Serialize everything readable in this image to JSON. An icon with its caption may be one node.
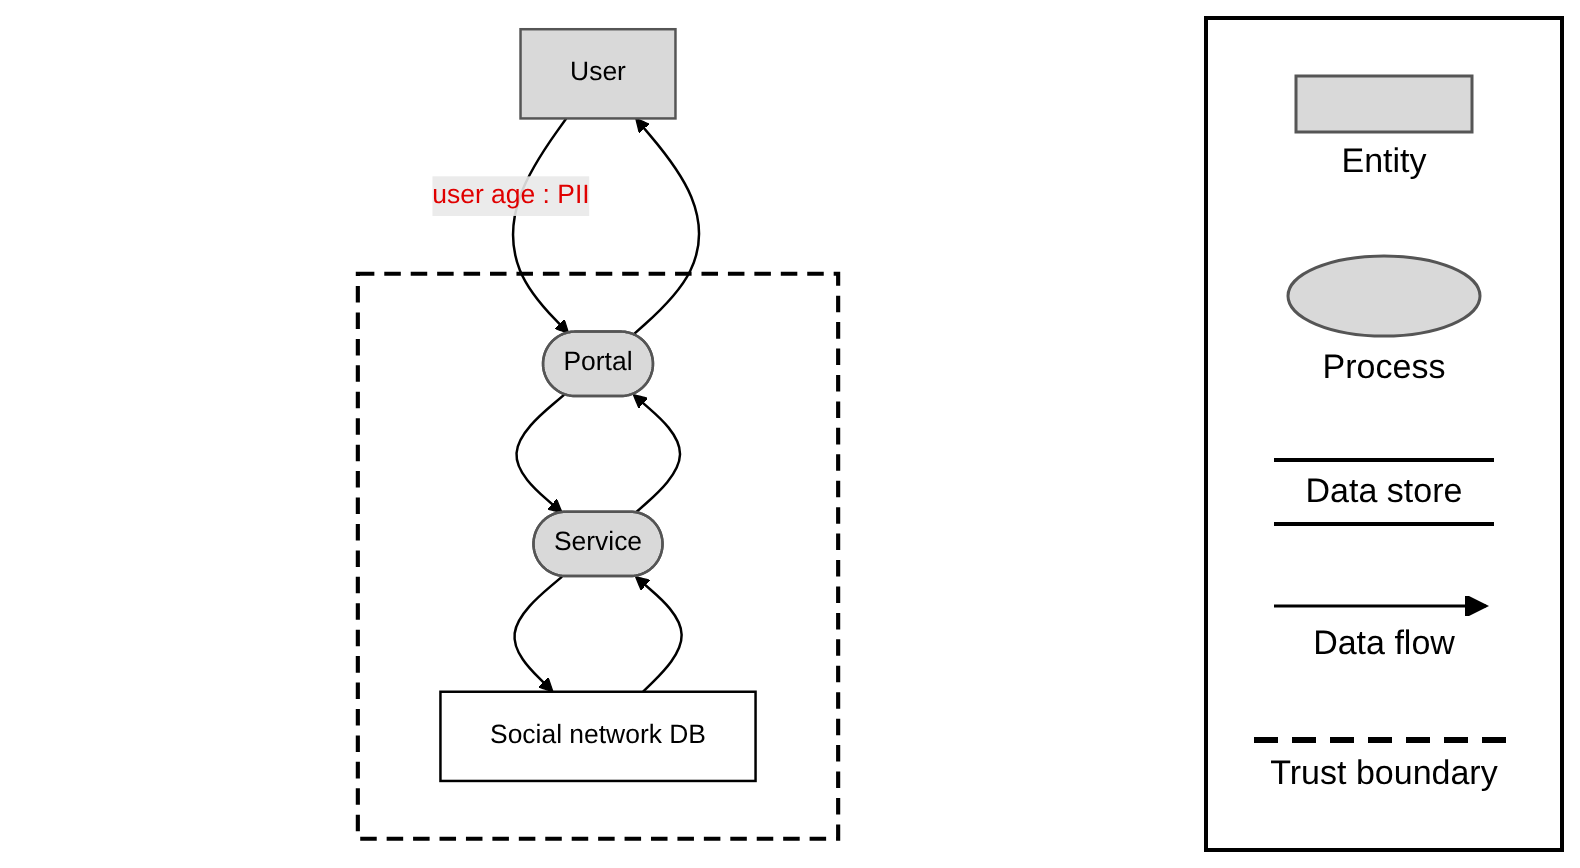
{
  "diagram": {
    "nodes": [
      {
        "text": [
          "User"
        ]
      },
      {
        "text": [],
        "shape": "box"
      },
      {
        "text": [
          "Portal"
        ],
        "in": 1
      },
      {
        "text": [
          "Service"
        ],
        "in": 1
      },
      {
        "text": [
          "Social network DB"
        ],
        "in": 1
      }
    ],
    "edges": [
      {
        "from": 2,
        "to": 0,
        "arrow": "to"
      },
      {
        "from": 0,
        "to": 2,
        "arrow": "to",
        "label": "user age : PII"
      },
      {
        "from": 2,
        "to": 3,
        "arrow": "to"
      },
      {
        "from": 3,
        "to": 2,
        "arrow": "to"
      },
      {
        "from": 4,
        "to": 3,
        "arrow": "to"
      },
      {
        "from": 3,
        "to": 4,
        "arrow": "to"
      }
    ],
    "legend": [
      {
        "text": "Entity"
      },
      {
        "text": "Process"
      },
      {
        "text": "Data store"
      },
      {
        "text": "Data flow"
      },
      {
        "text": "Trust boundary"
      }
    ]
  }
}
